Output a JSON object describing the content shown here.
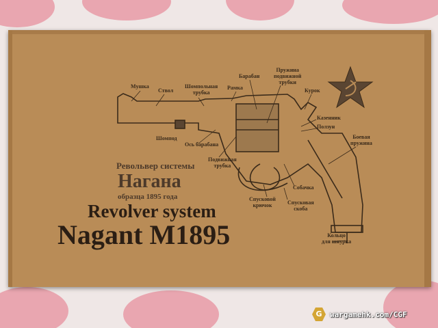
{
  "labels": {
    "mushka": "Мушка",
    "stvol": "Ствол",
    "shompol_tube_1": "Шомпольная",
    "shompol_tube_2": "трубка",
    "ramka": "Рамка",
    "baraban": "Барабан",
    "spring_1": "Пружина",
    "spring_2": "подвижной",
    "spring_3": "трубки",
    "kurok": "Курок",
    "kazennik": "Казенник",
    "polzun": "Ползун",
    "mainspring_1": "Боевая",
    "mainspring_2": "пружина",
    "shompod": "Шомпод",
    "os": "Ось барабана",
    "movable_1": "Подвижная",
    "movable_2": "трубка",
    "sobachka": "Собачка",
    "trigger_1": "Спусковой",
    "trigger_2": "крючок",
    "guard_1": "Спусковая",
    "guard_2": "скоба",
    "ring_1": "Кольцо",
    "ring_2": "для шнурка"
  },
  "title": {
    "ru_line1": "Револьвер системы",
    "ru_line2": "Нагана",
    "ru_line3": "образца 1895 года",
    "en_line1": "Revolver system",
    "en_line2": "Nagant M1895"
  },
  "watermark": {
    "logo": "G",
    "text": "wargamehk.com/CGF"
  },
  "colors": {
    "cardboard": "#b98c57",
    "ink": "#3a2a1a",
    "fabric_pink": "#e89aa6"
  }
}
